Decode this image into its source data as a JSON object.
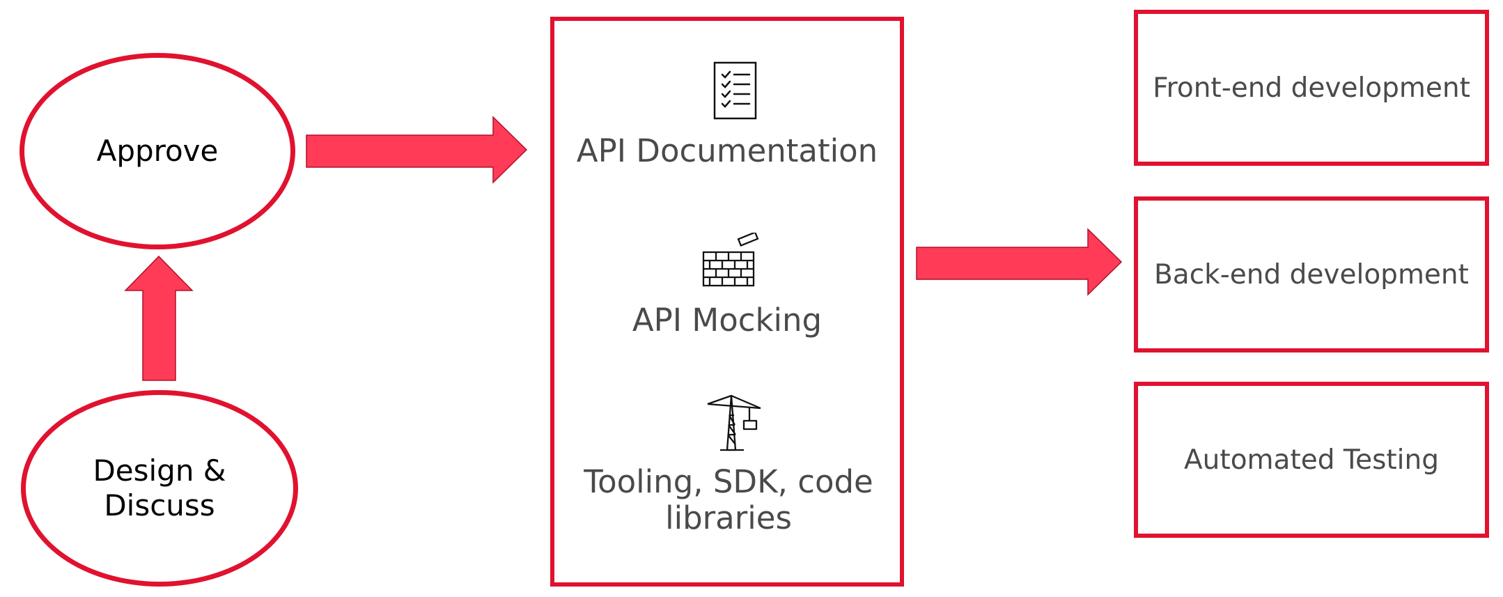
{
  "stages": {
    "design_discuss": "Design &\nDiscuss",
    "approve": "Approve"
  },
  "outputs_panel": {
    "items": [
      {
        "label": "API Documentation",
        "icon": "checklist-icon"
      },
      {
        "label": "API Mocking",
        "icon": "brick-wall-icon"
      },
      {
        "label": "Tooling, SDK, code libraries",
        "icon": "construction-crane-icon"
      }
    ]
  },
  "consumers": [
    {
      "label": "Front-end development"
    },
    {
      "label": "Back-end development"
    },
    {
      "label": "Automated Testing"
    }
  ],
  "colors": {
    "accent": "#e0122f",
    "arrow_fill": "#ff3b57",
    "text_dark": "#000000",
    "text_gray": "#4a4a4a"
  }
}
